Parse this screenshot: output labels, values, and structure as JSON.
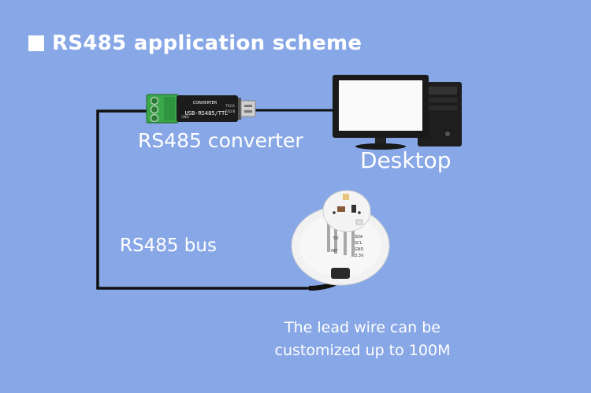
{
  "title": "RS485 application scheme",
  "labels": {
    "converter": "RS485 converter",
    "desktop": "Desktop",
    "bus": "RS485 bus"
  },
  "note": {
    "line1": "The lead wire can be",
    "line2": "customized up to 100M"
  },
  "converter_print": {
    "main": "USB-RS485/TTL",
    "sub": "CONVERTER",
    "small1": "TX2/A",
    "small2": "RXD/B",
    "gnd": "GND"
  },
  "sensor_print": {
    "pin1": "5V",
    "pin2": "SDA",
    "pin3": "SCL",
    "pin4": "GND",
    "pin5": "3.3V",
    "pin6": "INT"
  },
  "colors": {
    "background": "#88a7e6",
    "wire": "#111111",
    "terminal_block": "#3aa84a",
    "converter_body": "#1c1c1c",
    "monitor": "#1a1a1a",
    "sensor_board": "#f2f2f2"
  }
}
